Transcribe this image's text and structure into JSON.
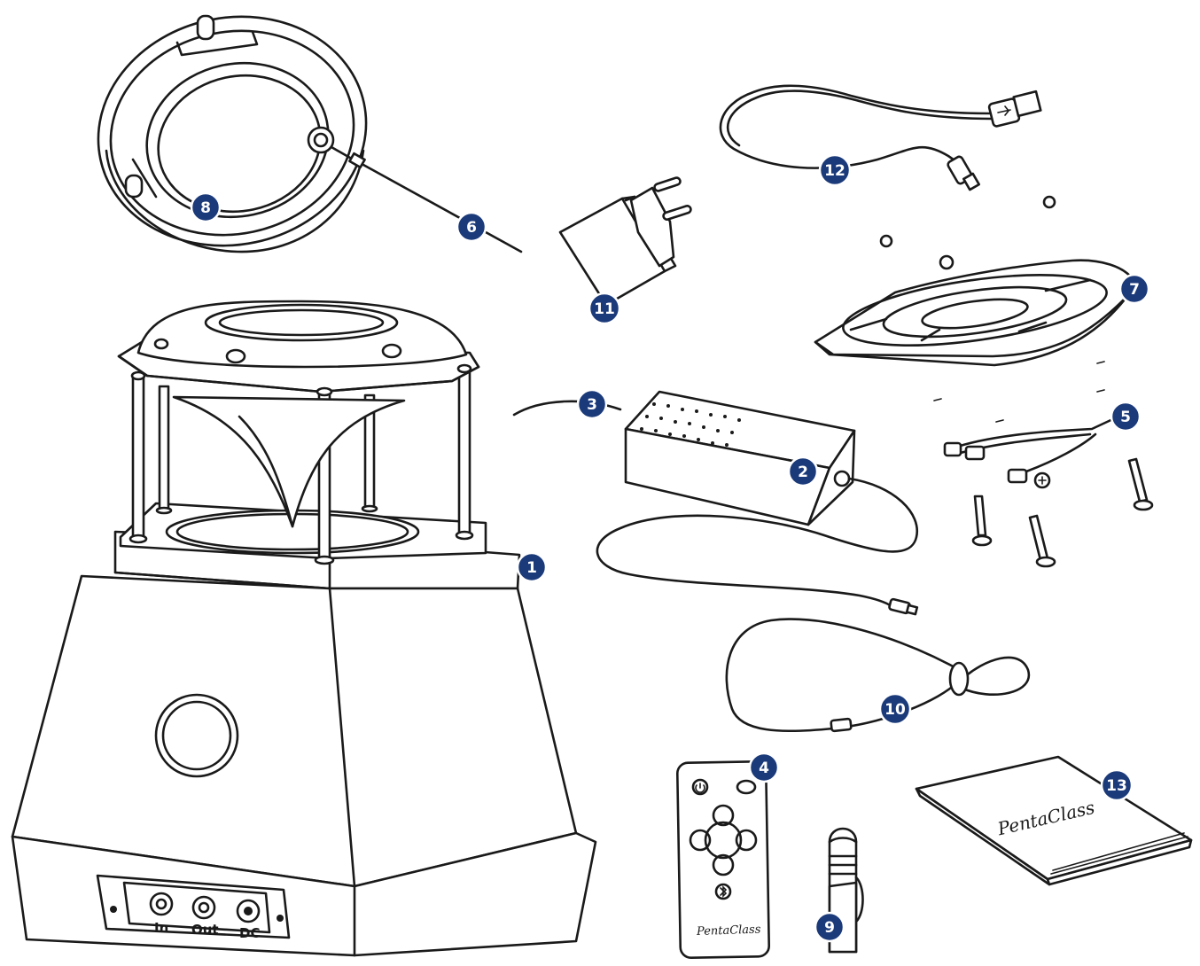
{
  "colors": {
    "badge": "#1b3a7a",
    "line": "#1a1a1a",
    "background": "#ffffff"
  },
  "callouts": [
    {
      "id": "1",
      "label": "1"
    },
    {
      "id": "2",
      "label": "2"
    },
    {
      "id": "3",
      "label": "3"
    },
    {
      "id": "4",
      "label": "4"
    },
    {
      "id": "5",
      "label": "5"
    },
    {
      "id": "6",
      "label": "6"
    },
    {
      "id": "7",
      "label": "7"
    },
    {
      "id": "8",
      "label": "8"
    },
    {
      "id": "9",
      "label": "9"
    },
    {
      "id": "10",
      "label": "10"
    },
    {
      "id": "11",
      "label": "11"
    },
    {
      "id": "12",
      "label": "12"
    },
    {
      "id": "13",
      "label": "13"
    }
  ],
  "base_ports": {
    "in": "In",
    "out": "Out",
    "dc": "DC"
  },
  "remote": {
    "brand": "PentaClass"
  },
  "manual": {
    "brand": "PentaClass"
  },
  "icons": [
    "power-icon",
    "bluetooth-icon",
    "usb-icon"
  ]
}
